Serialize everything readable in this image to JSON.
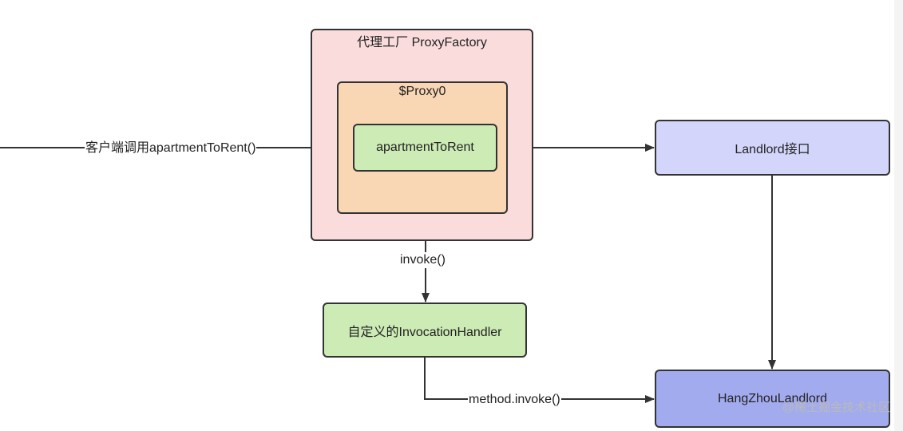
{
  "diagram": {
    "proxy_factory_label": "代理工厂 ProxyFactory",
    "proxy0_label": "$Proxy0",
    "apartment_node_label": "apartmentToRent",
    "landlord_interface_label": "Landlord接口",
    "invocation_handler_label": "自定义的InvocationHandler",
    "hangzhou_landlord_label": "HangZhouLandlord",
    "edges": {
      "client_call_label": "客户端调用apartmentToRent()",
      "invoke_label": "invoke()",
      "method_invoke_label": "method.invoke()"
    }
  },
  "colors": {
    "proxy_factory_fill": "#fadcdc",
    "proxy0_fill": "#f9d6b4",
    "green_fill": "#cdebb5",
    "landlord_interface_fill": "#d3d6fa",
    "hangzhou_fill": "#a3abef",
    "stroke": "#333333"
  },
  "watermark": "@稀土掘金技术社区"
}
